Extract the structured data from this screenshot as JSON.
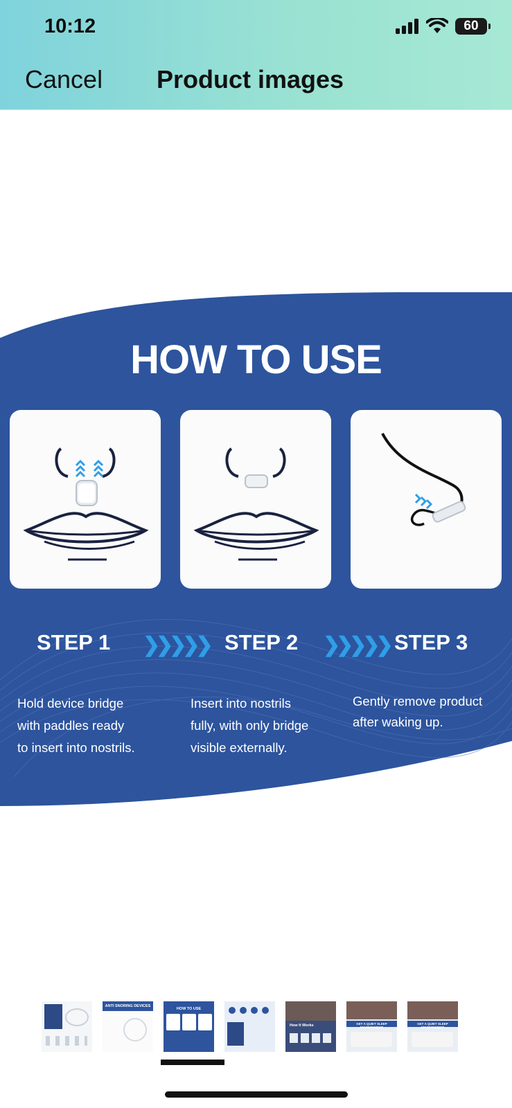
{
  "status_bar": {
    "time": "10:12",
    "battery": "60"
  },
  "nav": {
    "cancel_label": "Cancel",
    "title": "Product images"
  },
  "image": {
    "title": "HOW TO USE",
    "steps": [
      {
        "label": "STEP 1",
        "lines": [
          "Hold device bridge",
          "with paddles ready",
          "to insert into nostrils."
        ]
      },
      {
        "label": "STEP 2",
        "lines": [
          "Insert into nostrils",
          "fully, with only bridge",
          "visible externally."
        ]
      },
      {
        "label": "STEP 3",
        "lines": [
          "Gently remove product",
          "after waking up."
        ]
      }
    ],
    "colors": {
      "background": "#2d549d",
      "arrow": "#2f9ee8"
    }
  },
  "thumbnails": {
    "selected_index": 2,
    "items": [
      {
        "icon": "product-box-thumbnail"
      },
      {
        "icon": "anti-snoring-devices-thumbnail",
        "label": "ANTI SNORING DEVICES"
      },
      {
        "icon": "how-to-use-thumbnail",
        "label": "HOW TO USE"
      },
      {
        "icon": "product-features-thumbnail"
      },
      {
        "icon": "how-it-works-thumbnail",
        "label": "How It Works"
      },
      {
        "icon": "sleep-environment-thumbnail",
        "label": "GET A QUIET SLEEP ENVIRONMENT"
      },
      {
        "icon": "sleep-environment-thumbnail-2",
        "label": "GET A QUIET SLEEP ENVIRONMENT"
      }
    ]
  }
}
